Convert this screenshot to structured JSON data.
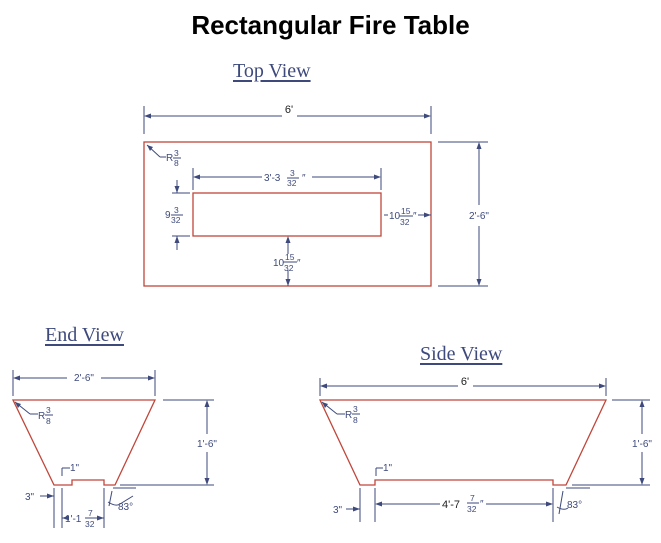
{
  "title": "Rectangular Fire Table",
  "views": {
    "top": {
      "label": "Top View",
      "overall_length": "6'",
      "overall_width": "2'-6\"",
      "corner_radius_prefix": "R",
      "corner_radius_num": "3",
      "corner_radius_den": "8",
      "opening_length_whole": "3'-3",
      "opening_length_num": "3",
      "opening_length_den": "32",
      "left_offset_whole": "9",
      "left_offset_num": "3",
      "left_offset_den": "32",
      "right_offset_whole": "10",
      "right_offset_num": "15",
      "right_offset_den": "32",
      "bottom_offset_whole": "10",
      "bottom_offset_num": "15",
      "bottom_offset_den": "32"
    },
    "end": {
      "label": "End View",
      "top_width": "2'-6\"",
      "height": "1'-6\"",
      "radius_prefix": "R",
      "radius_num": "3",
      "radius_den": "8",
      "notch_height": "1\"",
      "base_offset": "3\"",
      "base_width_whole": "1'-1",
      "base_width_num": "7",
      "base_width_den": "32",
      "angle": "83°"
    },
    "side": {
      "label": "Side View",
      "top_length": "6'",
      "height": "1'-6\"",
      "radius_prefix": "R",
      "radius_num": "3",
      "radius_den": "8",
      "notch_height": "1\"",
      "base_offset": "3\"",
      "base_length_whole": "4'-7",
      "base_length_num": "7",
      "base_length_den": "32",
      "angle": "83°"
    }
  }
}
